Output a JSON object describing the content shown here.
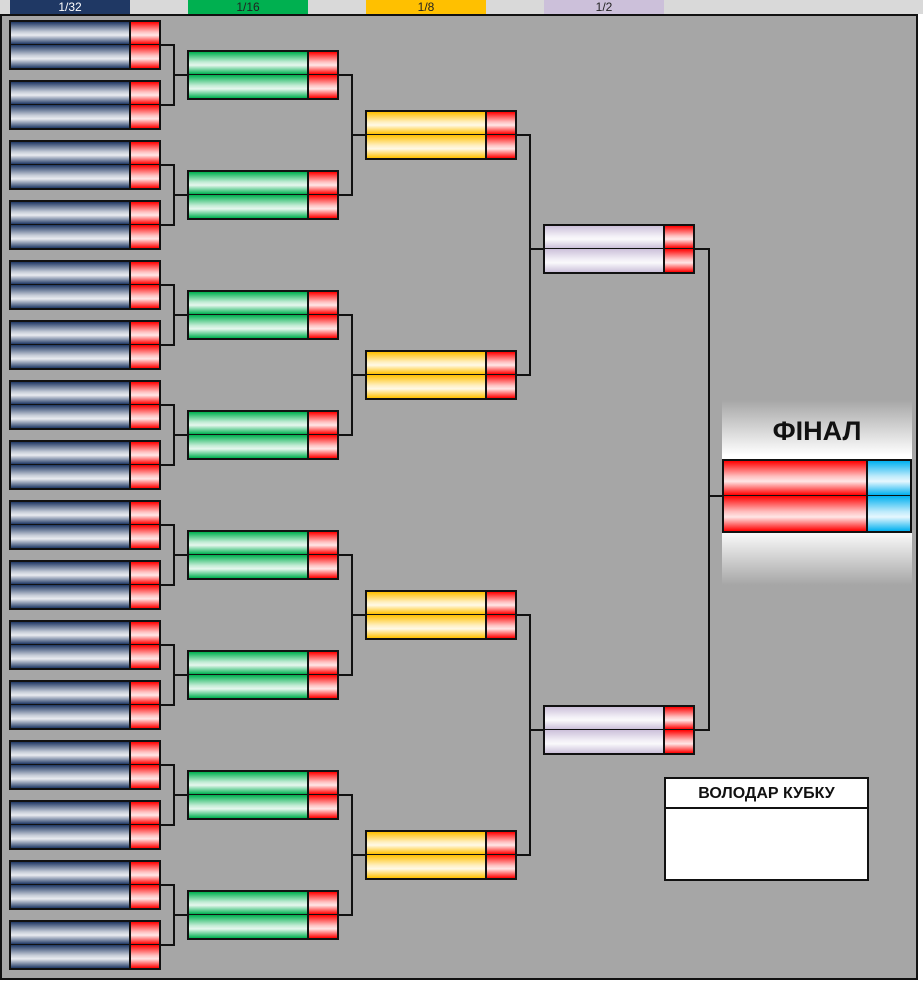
{
  "rounds": [
    {
      "label": "1/32",
      "color": "#1f3864"
    },
    {
      "label": "1/16",
      "color": "#00b050"
    },
    {
      "label": "1/8",
      "color": "#ffc000"
    },
    {
      "label": "1/2",
      "color": "#ccc0da"
    }
  ],
  "final": {
    "title": "ФІНАЛ"
  },
  "winner": {
    "title": "ВОЛОДАР КУБКУ",
    "name": ""
  },
  "colors": {
    "board": "#a6a6a6",
    "round_1_32": "#1f3864",
    "round_1_16": "#00b050",
    "round_1_8": "#ffc000",
    "round_1_2": "#ccc0da",
    "score": "#ff0000",
    "final_team": "#ff0000",
    "final_score": "#00b0f0"
  },
  "matches_per_round": [
    16,
    8,
    4,
    2,
    1
  ]
}
